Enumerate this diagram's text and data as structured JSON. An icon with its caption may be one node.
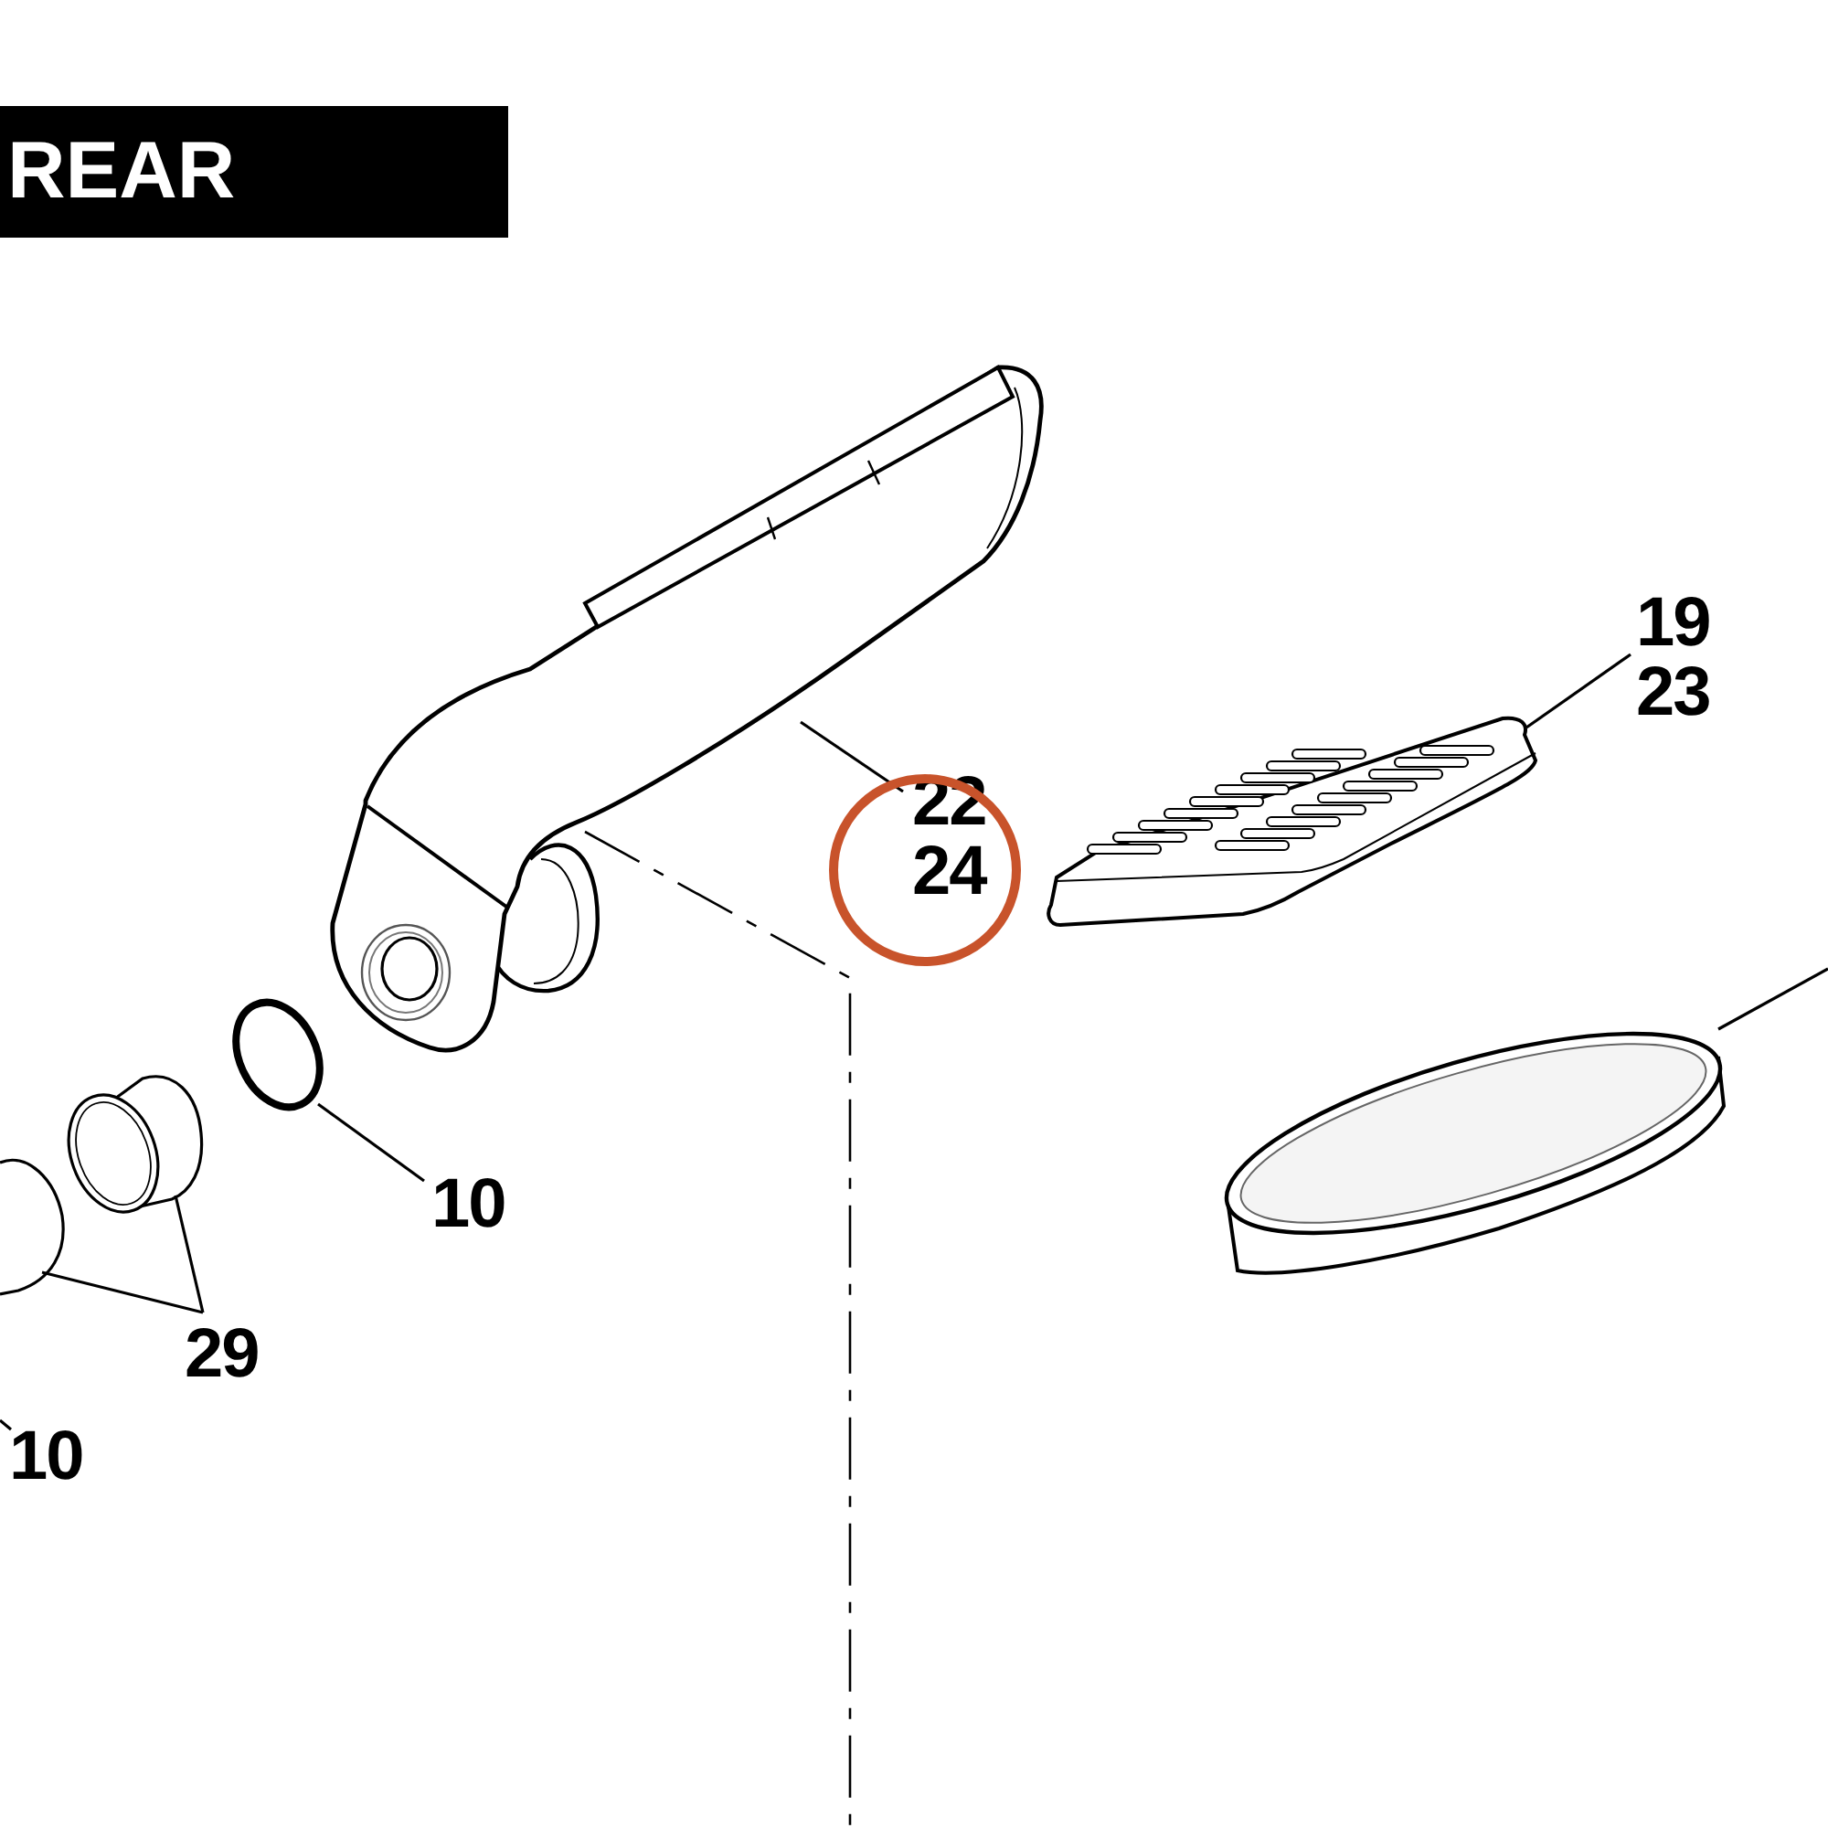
{
  "diagram": {
    "title": "REAR",
    "nodes": [
      {
        "text": [
          "19",
          "23"
        ]
      },
      {
        "text": [
          "22",
          "24"
        ]
      },
      {
        "text": [
          "10"
        ]
      },
      {
        "text": [
          "29"
        ]
      },
      {
        "text": [
          "10"
        ]
      },
      {
        "text": [],
        "shape": "picture"
      },
      {
        "text": [],
        "shape": "picture"
      },
      {
        "text": [],
        "shape": "circle"
      },
      {
        "text": [],
        "shape": "cylinder"
      },
      {
        "text": [],
        "shape": "cylinder"
      },
      {
        "text": [],
        "shape": "picture"
      }
    ],
    "edges": [
      {
        "from": 0,
        "to": 6,
        "arrow": "none"
      },
      {
        "from": 1,
        "to": 5,
        "arrow": "none"
      },
      {
        "from": 2,
        "to": 7,
        "arrow": "none"
      },
      {
        "from": 3,
        "to": 9,
        "arrow": "none"
      },
      {
        "from": 3,
        "to": 8,
        "arrow": "none"
      },
      {
        "from": 4,
        "to": null,
        "arrow": "none"
      },
      {
        "from": null,
        "to": 10,
        "arrow": "none"
      }
    ]
  }
}
